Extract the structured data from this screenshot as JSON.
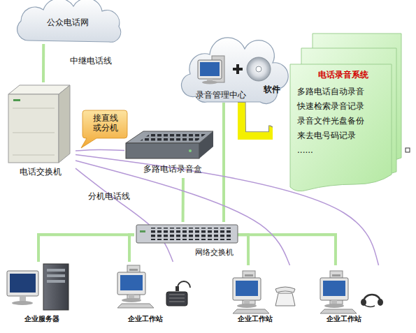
{
  "diagram": {
    "nodes": [
      {
        "text": [
          "公众电话网"
        ]
      },
      {
        "text": [
          "电话交换机"
        ]
      },
      {
        "text": [
          "多路电话录音盒"
        ]
      },
      {
        "text": [
          "录音管理中心"
        ]
      },
      {
        "text": [
          "电话录音系统",
          "多路电话自动录音",
          "快速检索录音记录",
          "录音文件光盘备份",
          "来去电号码记录",
          "......"
        ]
      },
      {
        "text": [
          "网络交换机"
        ]
      },
      {
        "text": [
          "企业服务器"
        ]
      },
      {
        "text": [
          "企业工作站"
        ]
      },
      {
        "text": [
          "企业工作站"
        ]
      },
      {
        "text": [
          "企业工作站"
        ]
      }
    ],
    "edges": [
      {
        "from": 0,
        "to": 1,
        "arrow": "none",
        "label": "中继电话线"
      },
      {
        "from": 1,
        "to": 2,
        "arrow": "none",
        "label": "接直线 或分机"
      },
      {
        "from": 2,
        "to": 5,
        "arrow": "none"
      },
      {
        "from": 3,
        "to": 5,
        "arrow": "none"
      },
      {
        "from": 3,
        "to": 4,
        "arrow": "to"
      },
      {
        "from": 5,
        "to": 6,
        "arrow": "none"
      },
      {
        "from": 5,
        "to": 7,
        "arrow": "none"
      },
      {
        "from": 5,
        "to": 8,
        "arrow": "none"
      },
      {
        "from": 5,
        "to": 9,
        "arrow": "none"
      },
      {
        "from": 1,
        "to": 7,
        "arrow": "none",
        "label": "分机电话线"
      },
      {
        "from": 1,
        "to": 8,
        "arrow": "none"
      },
      {
        "from": 1,
        "to": 9,
        "arrow": "none"
      }
    ],
    "labels": [
      "软件"
    ]
  }
}
